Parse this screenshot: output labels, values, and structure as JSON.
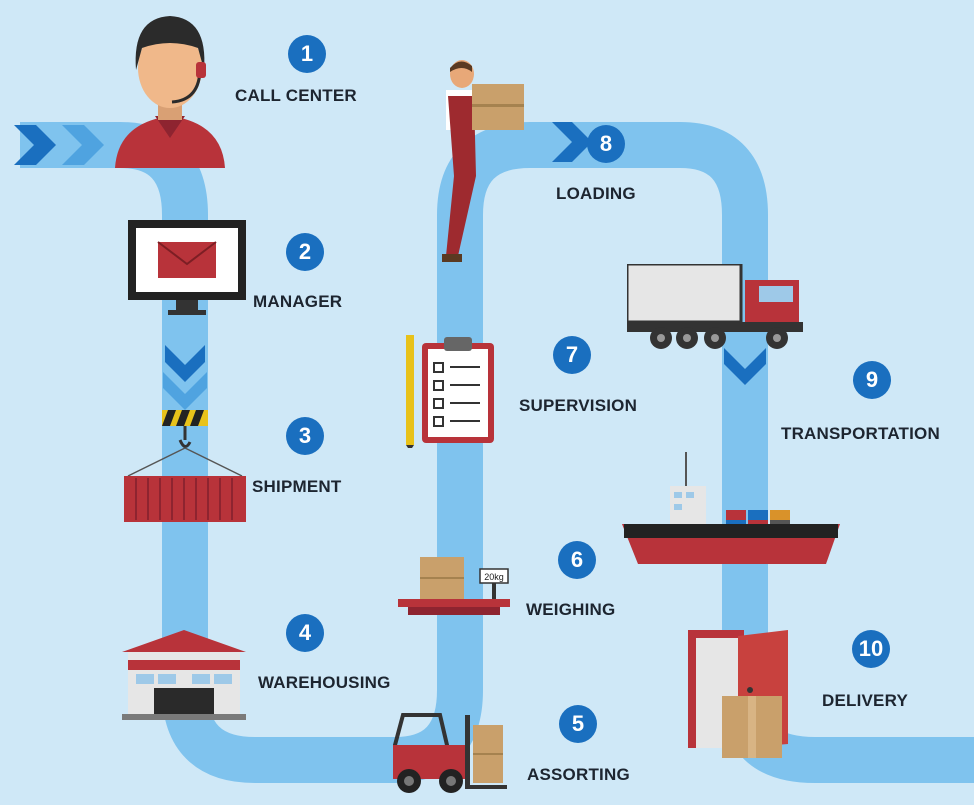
{
  "steps": [
    {
      "num": "1",
      "label": "CALL CENTER",
      "icon": "operator-headset-icon"
    },
    {
      "num": "2",
      "label": "MANAGER",
      "icon": "monitor-email-icon"
    },
    {
      "num": "3",
      "label": "SHIPMENT",
      "icon": "crane-container-icon"
    },
    {
      "num": "4",
      "label": "WAREHOUSING",
      "icon": "warehouse-icon"
    },
    {
      "num": "5",
      "label": "ASSORTING",
      "icon": "forklift-icon"
    },
    {
      "num": "6",
      "label": "WEIGHING",
      "icon": "scale-icon"
    },
    {
      "num": "7",
      "label": "SUPERVISION",
      "icon": "clipboard-checklist-icon"
    },
    {
      "num": "8",
      "label": "LOADING",
      "icon": "worker-box-icon"
    },
    {
      "num": "9",
      "label": "TRANSPORTATION",
      "icon": "truck-ship-icon"
    },
    {
      "num": "10",
      "label": "DELIVERY",
      "icon": "door-box-icon"
    }
  ],
  "scale_tag": "20kg",
  "colors": {
    "background": "#cfe8f7",
    "path": "#7fc3ee",
    "badge": "#1a6fbf",
    "chevron": "#1a6fbf",
    "accent_red": "#b8333a"
  }
}
